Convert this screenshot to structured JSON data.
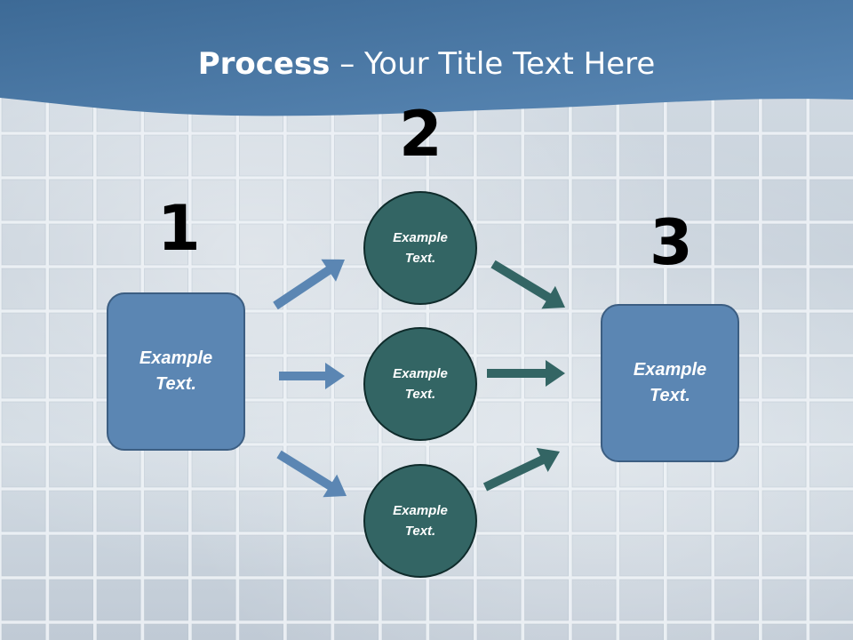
{
  "title": {
    "bold": "Process",
    "rest": " – Your Title Text Here"
  },
  "steps": [
    {
      "number": "1",
      "text": "Example\nText."
    },
    {
      "number": "2"
    },
    {
      "number": "3",
      "text": "Example\nText."
    }
  ],
  "circles": [
    {
      "text": "Example\nText."
    },
    {
      "text": "Example\nText."
    },
    {
      "text": "Example\nText."
    }
  ],
  "colors": {
    "header": "#4a76a3",
    "box_fill": "#5b86b3",
    "circle_fill": "#336564",
    "arrow_blue": "#5b86b3",
    "arrow_teal": "#336564"
  }
}
